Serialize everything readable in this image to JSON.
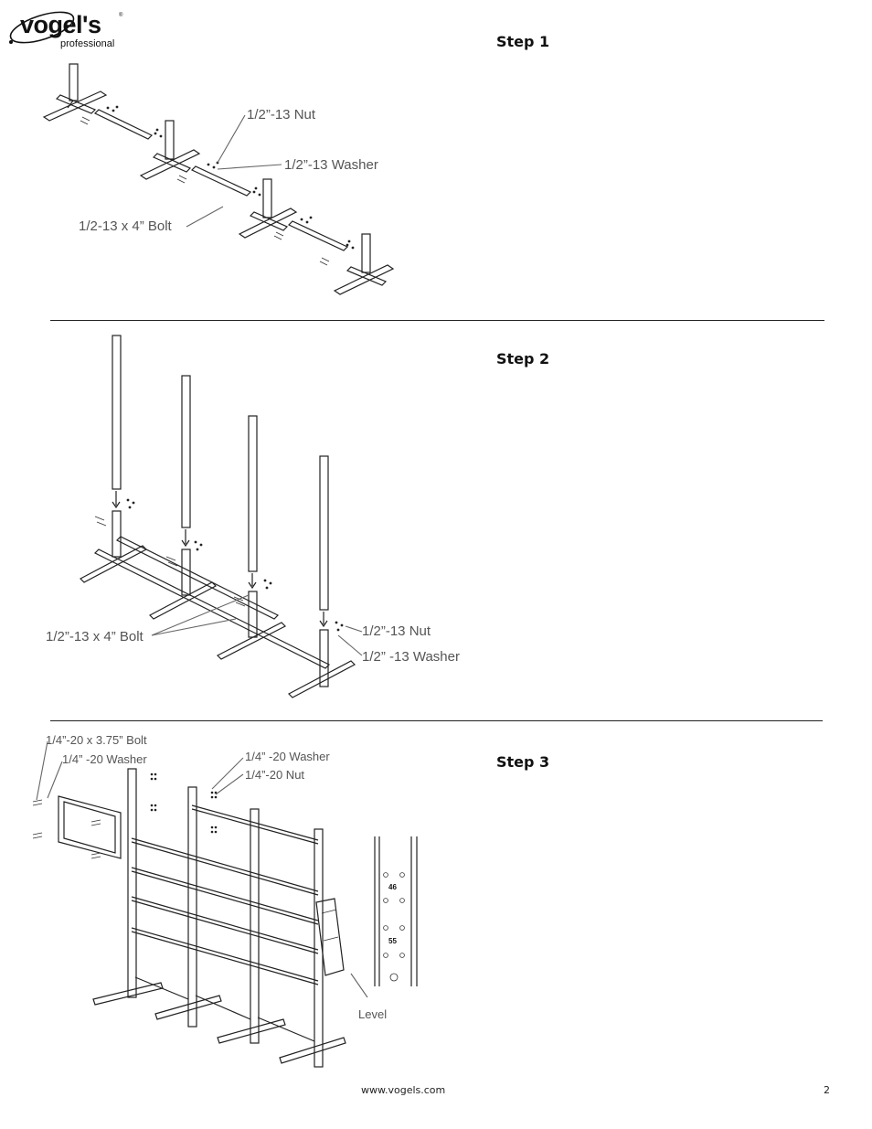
{
  "brand": {
    "name": "vogel's",
    "sub": "professional",
    "reg": "®"
  },
  "steps": [
    {
      "title": "Step 1"
    },
    {
      "title": "Step 2"
    },
    {
      "title": "Step 3"
    }
  ],
  "step1_labels": {
    "nut": "1/2”-13 Nut",
    "washer": "1/2”-13 Washer",
    "bolt": "1/2-13 x 4” Bolt"
  },
  "step2_labels": {
    "bolt": "1/2”-13 x 4” Bolt",
    "nut": "1/2”-13 Nut",
    "washer": "1/2” -13 Washer"
  },
  "step3_labels": {
    "bolt": "1/4”-20 x 3.75” Bolt",
    "washer_left": "1/4” -20 Washer",
    "washer_mid": "1/4” -20 Washer",
    "nut": "1/4”-20 Nut",
    "level": "Level",
    "hole_46": "46",
    "hole_55": "55"
  },
  "footer": {
    "url": "www.vogels.com",
    "page": "2"
  }
}
